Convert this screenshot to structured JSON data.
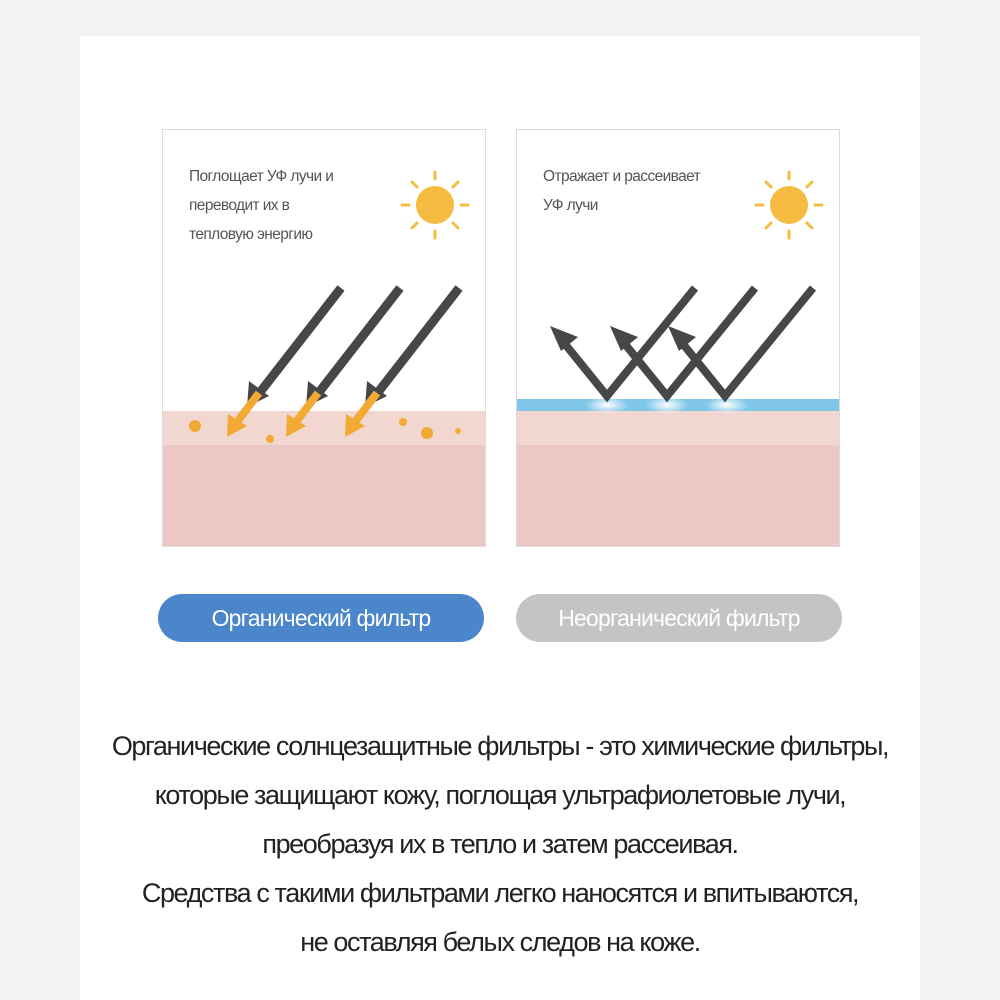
{
  "colors": {
    "organic_pill": "#4a86c9",
    "inorganic_pill": "#c4c4c4",
    "sun": "#f6bb41",
    "ray": "#474747",
    "skin_top": "#f2d6d0",
    "skin_bottom": "#ebc7c5",
    "reflect_layer": "#7fc6e8",
    "absorb_arrow": "#f3aa35"
  },
  "icons": [
    "sun-icon",
    "uv-ray-arrow",
    "absorbed-ray-arrow",
    "reflected-ray-arrow",
    "heat-dot"
  ],
  "organic_panel": {
    "caption": "Поглощает УФ лучи и\nпереводит их в\nтепловую энергию"
  },
  "inorganic_panel": {
    "caption": "Отражает и рассеивает\nУФ лучи"
  },
  "buttons": {
    "organic_label": "Органический фильтр",
    "inorganic_label": "Неорганический фильтр"
  },
  "description": [
    "Органические солнцезащитные фильтры - это химические фильтры,",
    "которые защищают кожу, поглощая ультрафиолетовые лучи,",
    "преобразуя их в тепло и затем рассеивая.",
    "Средства с такими фильтрами легко наносятся и впитываются,",
    "не оставляя белых следов на коже."
  ]
}
